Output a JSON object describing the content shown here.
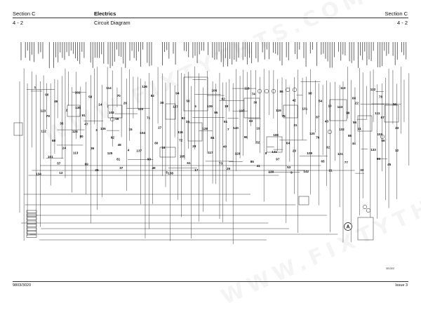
{
  "header": {
    "section_left": "Section C",
    "title": "Electrics",
    "section_right": "Section C",
    "page_left": "4 - 2",
    "subtitle": "Circuit Diagram",
    "page_right": "4 - 2"
  },
  "footer": {
    "doc_number": "9803/3020",
    "issue": "Issue 3"
  },
  "diagram": {
    "callout_label": "A",
    "drawing_ref": "301322",
    "component_numbers": [
      "1",
      "2",
      "3",
      "4",
      "5",
      "6",
      "7",
      "8",
      "9",
      "10",
      "11",
      "12",
      "13",
      "14",
      "15",
      "16",
      "17",
      "18",
      "19",
      "20",
      "21",
      "22",
      "23",
      "24",
      "25",
      "26",
      "27",
      "28",
      "29",
      "30",
      "31",
      "32",
      "33",
      "34",
      "35",
      "36",
      "37",
      "38",
      "39",
      "40",
      "41",
      "42",
      "43",
      "44",
      "45",
      "46",
      "47",
      "48",
      "49",
      "50",
      "51",
      "52",
      "53",
      "54",
      "55",
      "56",
      "57",
      "58",
      "59",
      "60",
      "61",
      "62",
      "63",
      "64",
      "65",
      "66",
      "67",
      "68",
      "69",
      "70",
      "71",
      "72",
      "73",
      "74",
      "75",
      "76",
      "77",
      "78",
      "79",
      "80",
      "81",
      "82",
      "83",
      "84",
      "85",
      "86",
      "87",
      "88",
      "89",
      "90",
      "91",
      "92",
      "93",
      "94",
      "95",
      "96",
      "97",
      "98",
      "99",
      "100",
      "101",
      "102",
      "103",
      "104",
      "105",
      "106",
      "107",
      "108",
      "109",
      "110",
      "111",
      "112",
      "113",
      "114",
      "115",
      "116",
      "117",
      "118",
      "119",
      "120",
      "121",
      "122",
      "123",
      "124",
      "125",
      "126",
      "127",
      "128",
      "129",
      "130",
      "131",
      "132",
      "133",
      "134",
      "135",
      "136",
      "137",
      "138",
      "139",
      "140",
      "141",
      "142",
      "143"
    ]
  },
  "watermark": "WWW.FIXTYTHTS.COM"
}
